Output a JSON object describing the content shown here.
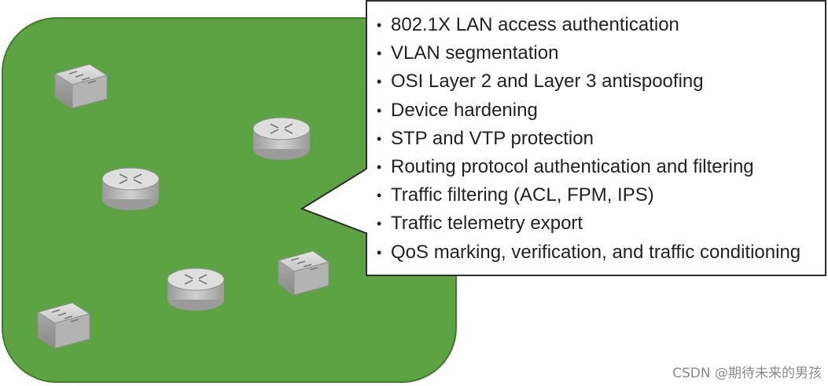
{
  "network": {
    "switches": [
      "switch",
      "switch",
      "switch"
    ],
    "routers": [
      "router",
      "router",
      "router"
    ]
  },
  "callout": {
    "items": [
      "802.1X LAN access authentication",
      "VLAN segmentation",
      "OSI Layer 2 and Layer 3 antispoofing",
      "Device hardening",
      "STP and VTP protection",
      "Routing protocol authentication and filtering",
      "Traffic filtering (ACL, FPM, IPS)",
      "Traffic telemetry export",
      "QoS marking, verification, and traffic conditioning"
    ]
  },
  "colors": {
    "network_area": "#5da243",
    "device": "#b8b8b8"
  },
  "watermark": "CSDN @期待未来的男孩"
}
